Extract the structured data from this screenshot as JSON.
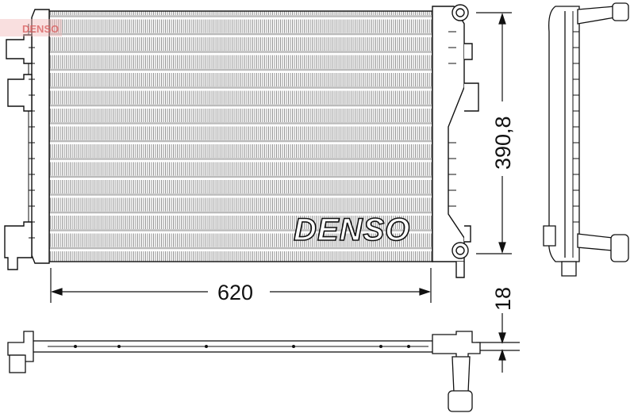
{
  "drawing": {
    "brand_logo": "DENSO",
    "watermark": "DENSO",
    "dimensions": {
      "height": "390,8",
      "width": "620",
      "depth": "18"
    },
    "colors": {
      "line": "#111111",
      "fin": "#8a8a8a",
      "watermark": "#e08080"
    }
  }
}
